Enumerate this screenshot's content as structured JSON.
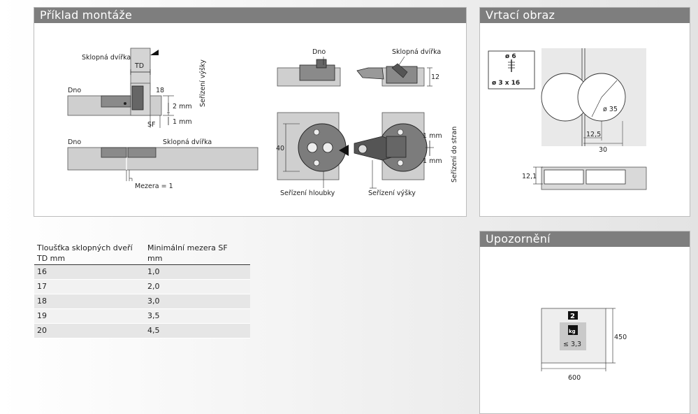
{
  "mounting": {
    "title": "Příklad montáže",
    "labels": {
      "sklopna_dvirka_1": "Sklopná dvířka",
      "td": "TD",
      "dno_1": "Dno",
      "n18": "18",
      "serizeni_vysky_vert": "Seřízení výšky",
      "two_mm": "2 mm",
      "one_mm": "1 mm",
      "sf": "SF",
      "dno_2": "Dno",
      "sklopna_dvirka_2": "Sklopná dvířka",
      "mezera": "Mezera = 1",
      "dno_3": "Dno",
      "sklopna_dvirka_3": "Sklopná dvířka",
      "n12": "12",
      "n40": "40",
      "one_mm_a": "1 mm",
      "one_mm_b": "1 mm",
      "serizeni_do_stran": "Seřízení do stran",
      "serizeni_hloubky": "Seřízení hloubky",
      "serizeni_vysky": "Seřízení výšky"
    }
  },
  "drilling": {
    "title": "Vrtací obraz",
    "screw_dia": "ø 6",
    "screw_size": "ø 3 x 16",
    "cup_dia": "ø 35",
    "dim_12_5": "12,5",
    "dim_30": "30",
    "dim_12_1": "12,1"
  },
  "warning": {
    "title": "Upozornění",
    "count": "2",
    "kg": "kg",
    "weight": "≤ 3,3",
    "height": "450",
    "width": "600"
  },
  "table": {
    "headers": [
      {
        "line1": "Tloušťka sklopných dveří",
        "line2": "TD mm"
      },
      {
        "line1": "Minimální mezera SF",
        "line2": "mm"
      }
    ],
    "rows": [
      [
        "16",
        "1,0"
      ],
      [
        "17",
        "2,0"
      ],
      [
        "18",
        "3,0"
      ],
      [
        "19",
        "3,5"
      ],
      [
        "20",
        "4,5"
      ]
    ]
  },
  "colors": {
    "header_bg": "#7e7e7e",
    "board_fill": "#cfcfcf",
    "hinge_fill": "#888888"
  }
}
